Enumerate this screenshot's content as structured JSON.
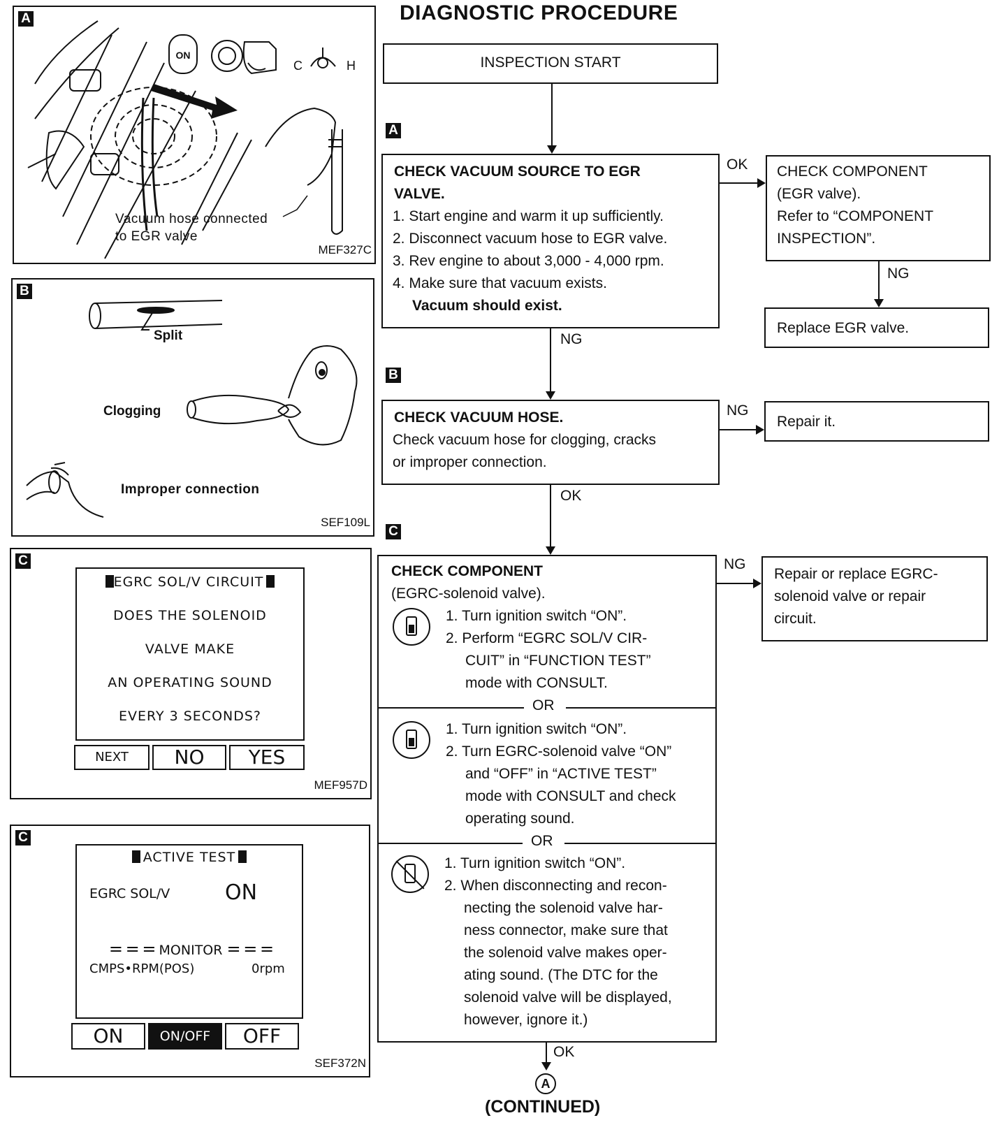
{
  "page_title": "DIAGNOSTIC PROCEDURE",
  "figures": {
    "a": {
      "tag": "A",
      "code": "MEF327C",
      "switch_label": "ON",
      "gauge_cold": "C",
      "gauge_hot": "H",
      "caption_line1": "Vacuum hose connected",
      "caption_line2": "to EGR valve"
    },
    "b": {
      "tag": "B",
      "code": "SEF109L",
      "label_split": "Split",
      "label_clogging": "Clogging",
      "label_improper": "Improper connection"
    },
    "c1": {
      "tag": "C",
      "code": "MEF957D",
      "screen_title": "EGRC SOL/V CIRCUIT",
      "lines": [
        "DOES THE SOLENOID",
        "VALVE MAKE",
        "AN OPERATING SOUND",
        "EVERY 3 SECONDS?"
      ],
      "btn_next": "NEXT",
      "btn_no": "NO",
      "btn_yes": "YES"
    },
    "c2": {
      "tag": "C",
      "code": "SEF372N",
      "screen_title": "ACTIVE TEST",
      "item_label": "EGRC SOL/V",
      "item_value": "ON",
      "monitor_label": "MONITOR",
      "monitor_item": "CMPS•RPM(POS)",
      "monitor_value": "0rpm",
      "btn_on": "ON",
      "btn_onoff": "ON/OFF",
      "btn_off": "OFF"
    }
  },
  "flow": {
    "start": "INSPECTION START",
    "step_a": {
      "tag": "A",
      "title_line1": "CHECK VACUUM SOURCE TO EGR",
      "title_line2": "VALVE.",
      "steps": [
        "1. Start engine and warm it up sufficiently.",
        "2. Disconnect vacuum hose to EGR valve.",
        "3. Rev engine to about 3,000 - 4,000 rpm.",
        "4. Make sure that vacuum exists."
      ],
      "expect": "Vacuum should exist."
    },
    "component_egr": {
      "line1": "CHECK COMPONENT",
      "line2": "(EGR valve).",
      "line3": "Refer to “COMPONENT",
      "line4": "INSPECTION”."
    },
    "replace_egr": "Replace EGR valve.",
    "step_b": {
      "tag": "B",
      "title": "CHECK VACUUM HOSE.",
      "line1": "Check vacuum hose for clogging, cracks",
      "line2": "or improper connection."
    },
    "repair_it": "Repair it.",
    "step_c": {
      "tag": "C",
      "title": "CHECK COMPONENT",
      "subtitle": "(EGRC-solenoid valve).",
      "opt1": [
        "1. Turn ignition switch “ON”.",
        "2. Perform “EGRC SOL/V CIR-",
        "CUIT” in “FUNCTION TEST”",
        "mode with CONSULT."
      ],
      "or1": "OR",
      "opt2": [
        "1. Turn ignition switch “ON”.",
        "2. Turn EGRC-solenoid valve “ON”",
        "and “OFF” in “ACTIVE TEST”",
        "mode with CONSULT and check",
        "operating sound."
      ],
      "or2": "OR",
      "opt3": [
        "1. Turn ignition switch “ON”.",
        "2. When disconnecting and recon-",
        "necting the solenoid valve har-",
        "ness connector, make sure that",
        "the solenoid valve makes oper-",
        "ating sound. (The DTC for the",
        "solenoid valve will be displayed,",
        "however, ignore it.)"
      ]
    },
    "repair_egrc": {
      "line1": "Repair or replace EGRC-",
      "line2": "solenoid valve or repair",
      "line3": "circuit."
    },
    "labels": {
      "ok_a": "OK",
      "ng_component": "NG",
      "ng_a": "NG",
      "ng_b": "NG",
      "ok_b": "OK",
      "ng_c": "NG",
      "ok_c": "OK"
    },
    "connector": "A",
    "continued": "(CONTINUED)"
  }
}
